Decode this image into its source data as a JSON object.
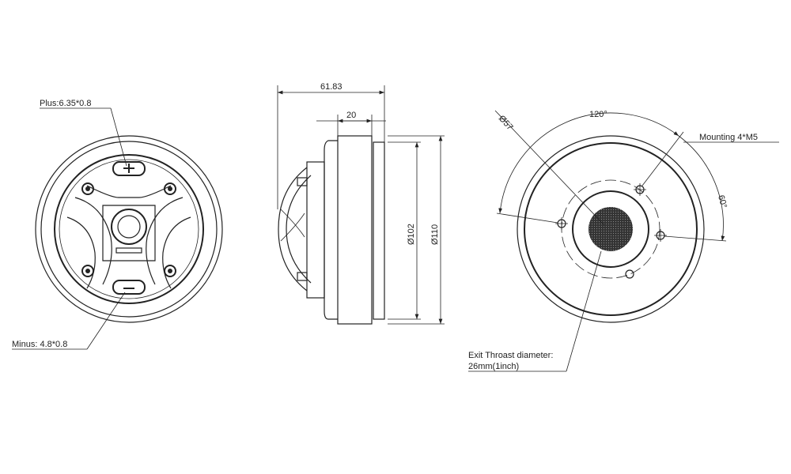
{
  "front_view": {
    "plus_label": "Plus:6.35*0.8",
    "minus_label": "Minus: 4.8*0.8"
  },
  "side_view": {
    "depth_dim": "61.83",
    "flange_dim": "20",
    "inner_dia": "Ø102",
    "outer_dia": "Ø110"
  },
  "rear_view": {
    "bolt_circle_dia": "Ø57",
    "angle_120": "120°",
    "angle_60": "60°",
    "mounting_label": "Mounting 4*M5",
    "throat_label_line1": "Exit Throast diameter:",
    "throat_label_line2": "26mm(1inch)"
  }
}
